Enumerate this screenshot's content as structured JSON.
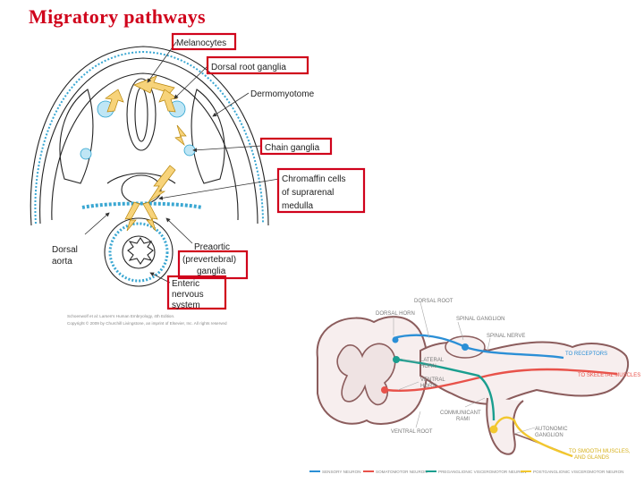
{
  "title": "Migratory pathways",
  "top_diagram": {
    "labels": {
      "melanocytes": "Melanocytes",
      "dorsal_root_ganglia": "Dorsal root ganglia",
      "dermomyotome": "Dermomyotome",
      "chain_ganglia": "Chain ganglia",
      "chromaffin_1": "Chromaffin cells",
      "chromaffin_2": "of suprarenal",
      "chromaffin_3": "medulla",
      "dorsal_aorta_1": "Dorsal",
      "dorsal_aorta_2": "aorta",
      "preaortic_1": "Preaortic",
      "preaortic_2": "(prevertebral)",
      "preaortic_3": "ganglia",
      "enteric_1": "Enteric",
      "enteric_2": "nervous",
      "enteric_3": "system"
    },
    "credit_1": "Schoenwolf et al: Larsen's Human Embryology, 4th Edition.",
    "credit_2": "Copyright © 2009 by Churchill Livingstone, an imprint of Elsevier, Inc. All rights reserved"
  },
  "bottom_diagram": {
    "labels": {
      "dorsal_root": "DORSAL ROOT",
      "dorsal_horn": "DORSAL HORN",
      "spinal_ganglion": "SPINAL GANGLION",
      "spinal_nerve": "SPINAL NERVE",
      "lateral_horn_1": "LATERAL",
      "lateral_horn_2": "HORN",
      "ventral_horn_1": "VENTRAL",
      "ventral_horn_2": "HORN",
      "to_receptors": "TO RECEPTORS",
      "to_skeletal": "TO SKELETAL MUSCLES",
      "communicant_1": "COMMUNICANT",
      "communicant_2": "RAMI",
      "ventral_root": "VENTRAL ROOT",
      "autonomic_1": "AUTONOMIC",
      "autonomic_2": "GANGLION",
      "to_smooth_1": "TO SMOOTH MUSCLES,",
      "to_smooth_2": "AND GLANDS"
    },
    "legend": [
      {
        "label": "SENSORY NEURON",
        "color": "#2b8fd6"
      },
      {
        "label": "SOMATOMOTOR NEURON",
        "color": "#e8524a"
      },
      {
        "label": "PREGANGLIONIC VISCEROMOTOR NEURON",
        "color": "#1a9e8f"
      },
      {
        "label": "POSTGANGLIONIC VISCEROMOTOR NEURON",
        "color": "#f2c72e"
      }
    ]
  }
}
